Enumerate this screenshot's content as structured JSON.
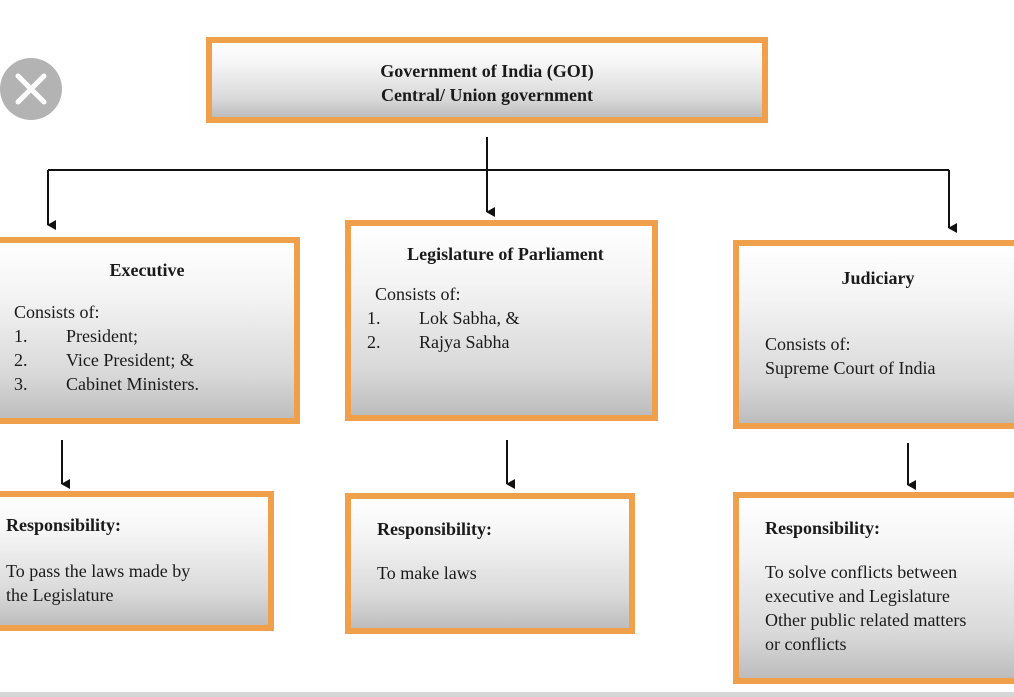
{
  "colors": {
    "box_border": "#f0a04b",
    "close_button": "#b3b3b3"
  },
  "close_button": {
    "icon": "close-icon"
  },
  "top": {
    "line1": "Government of India (GOI)",
    "line2": "Central/ Union government"
  },
  "executive": {
    "title": "Executive",
    "consists": "Consists of:",
    "items": [
      {
        "num": "1.",
        "text": "President;"
      },
      {
        "num": "2.",
        "text": "Vice President; &"
      },
      {
        "num": "3.",
        "text": "Cabinet Ministers."
      }
    ],
    "responsibility_title": "Responsibility:",
    "responsibility_lines": [
      "To pass the laws made by",
      "the Legislature"
    ]
  },
  "legislature": {
    "title": "Legislature of Parliament",
    "consists": "Consists of:",
    "items": [
      {
        "num": "1.",
        "text": "Lok Sabha, &"
      },
      {
        "num": "2.",
        "text": "Rajya Sabha"
      }
    ],
    "responsibility_title": "Responsibility:",
    "responsibility_lines": [
      "To make laws"
    ]
  },
  "judiciary": {
    "title": "Judiciary",
    "consists": "Consists of:",
    "consists_text": "Supreme Court of India",
    "responsibility_title": "Responsibility:",
    "responsibility_lines": [
      "To solve conflicts between",
      "executive and Legislature",
      "Other public related matters",
      "or conflicts"
    ]
  }
}
